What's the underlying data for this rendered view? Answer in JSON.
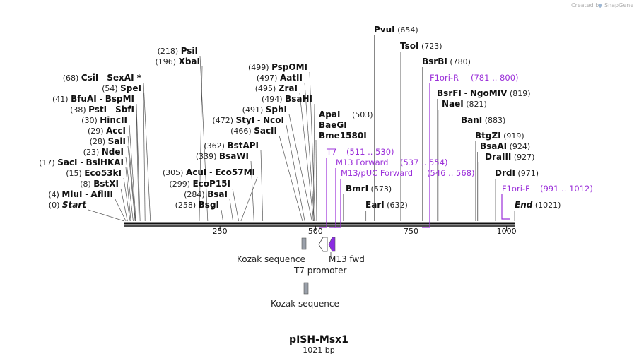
{
  "map": {
    "title": "pISH-Msx1",
    "length_label": "1021 bp",
    "total_bp": 1021,
    "brand": {
      "created_by": "Created by",
      "app": "SnapGene"
    },
    "ticks": [
      250,
      500,
      750,
      1000
    ],
    "enzymes_left": [
      {
        "pos": "(218)",
        "names": [
          "PsiI"
        ],
        "bp": 218
      },
      {
        "pos": "(196)",
        "names": [
          "XbaI"
        ],
        "bp": 196
      },
      {
        "pos": "(68)",
        "names": [
          "CsiI",
          "SexAI *"
        ],
        "bp": 68
      },
      {
        "pos": "(54)",
        "names": [
          "SpeI"
        ],
        "bp": 54
      },
      {
        "pos": "(41)",
        "names": [
          "BfuAI",
          "BspMI"
        ],
        "bp": 41
      },
      {
        "pos": "(38)",
        "names": [
          "PstI",
          "SbfI"
        ],
        "bp": 38
      },
      {
        "pos": "(30)",
        "names": [
          "HincII"
        ],
        "bp": 30
      },
      {
        "pos": "(29)",
        "names": [
          "AccI"
        ],
        "bp": 29
      },
      {
        "pos": "(28)",
        "names": [
          "SalI"
        ],
        "bp": 28
      },
      {
        "pos": "(23)",
        "names": [
          "NdeI"
        ],
        "bp": 23
      },
      {
        "pos": "(17)",
        "names": [
          "SacI",
          "BsiHKAI"
        ],
        "bp": 17
      },
      {
        "pos": "(15)",
        "names": [
          "Eco53kI"
        ],
        "bp": 15
      },
      {
        "pos": "(8)",
        "names": [
          "BstXI"
        ],
        "bp": 8
      },
      {
        "pos": "(4)",
        "names": [
          "MluI",
          "AflIII"
        ],
        "bp": 4
      },
      {
        "pos": "(0)",
        "names": [
          "Start"
        ],
        "bp": 0,
        "italic": true
      }
    ],
    "enzymes_mid": [
      {
        "pos": "(499)",
        "names": [
          "PspOMI"
        ],
        "bp": 499
      },
      {
        "pos": "(497)",
        "names": [
          "AatII"
        ],
        "bp": 497
      },
      {
        "pos": "(495)",
        "names": [
          "ZraI"
        ],
        "bp": 495
      },
      {
        "pos": "(494)",
        "names": [
          "BsaHI"
        ],
        "bp": 494
      },
      {
        "pos": "(491)",
        "names": [
          "SphI"
        ],
        "bp": 491
      },
      {
        "pos": "(472)",
        "names": [
          "StyI",
          "NcoI"
        ],
        "bp": 472
      },
      {
        "pos": "(466)",
        "names": [
          "SacII"
        ],
        "bp": 466
      },
      {
        "pos": "(362)",
        "names": [
          "BstAPI"
        ],
        "bp": 362
      },
      {
        "pos": "(339)",
        "names": [
          "BsaWI"
        ],
        "bp": 339
      },
      {
        "pos": "(305)",
        "names": [
          "AcuI",
          "Eco57MI"
        ],
        "bp": 305
      },
      {
        "pos": "(299)",
        "names": [
          "EcoP15I"
        ],
        "bp": 299
      },
      {
        "pos": "(284)",
        "names": [
          "BsaI"
        ],
        "bp": 284
      },
      {
        "pos": "(258)",
        "names": [
          "BsgI"
        ],
        "bp": 258
      }
    ],
    "enzymes_right": [
      {
        "pos": "(654)",
        "names": [
          "PvuI"
        ],
        "bp": 654
      },
      {
        "pos": "(723)",
        "names": [
          "TsoI"
        ],
        "bp": 723
      },
      {
        "pos": "(780)",
        "names": [
          "BsrBI"
        ],
        "bp": 780
      },
      {
        "pos": "(503)",
        "names": [
          "ApaI",
          "BaeGI",
          "Bme1580I"
        ],
        "bp": 503
      },
      {
        "pos": "(819)",
        "names": [
          "BsrFI",
          "NgoMIV"
        ],
        "bp": 819
      },
      {
        "pos": "(821)",
        "names": [
          "NaeI"
        ],
        "bp": 821
      },
      {
        "pos": "(883)",
        "names": [
          "BanI"
        ],
        "bp": 883
      },
      {
        "pos": "(919)",
        "names": [
          "BtgZI"
        ],
        "bp": 919
      },
      {
        "pos": "(924)",
        "names": [
          "BsaAI"
        ],
        "bp": 924
      },
      {
        "pos": "(927)",
        "names": [
          "DraIII"
        ],
        "bp": 927
      },
      {
        "pos": "(971)",
        "names": [
          "DrdI"
        ],
        "bp": 971
      },
      {
        "pos": "(573)",
        "names": [
          "BmrI"
        ],
        "bp": 573
      },
      {
        "pos": "(632)",
        "names": [
          "EarI"
        ],
        "bp": 632
      },
      {
        "pos": "(1021)",
        "names": [
          "End"
        ],
        "bp": 1021,
        "italic": true
      }
    ],
    "primers": [
      {
        "name": "F1ori-R",
        "range": "(781 .. 800)"
      },
      {
        "name": "T7",
        "range": "(511 .. 530)"
      },
      {
        "name": "M13 Forward",
        "range": "(537 .. 554)"
      },
      {
        "name": "M13/pUC Forward",
        "range": "(546 .. 568)"
      },
      {
        "name": "F1ori-F",
        "range": "(991 .. 1012)"
      }
    ],
    "features": {
      "kozak_1": "Kozak sequence",
      "kozak_2": "Kozak sequence",
      "t7_promoter": "T7 promoter",
      "m13_fwd": "M13 fwd"
    },
    "colors": {
      "primer": "#9b30d9",
      "kozak": "#9aa0aa",
      "m13": "#8a2be2"
    }
  }
}
